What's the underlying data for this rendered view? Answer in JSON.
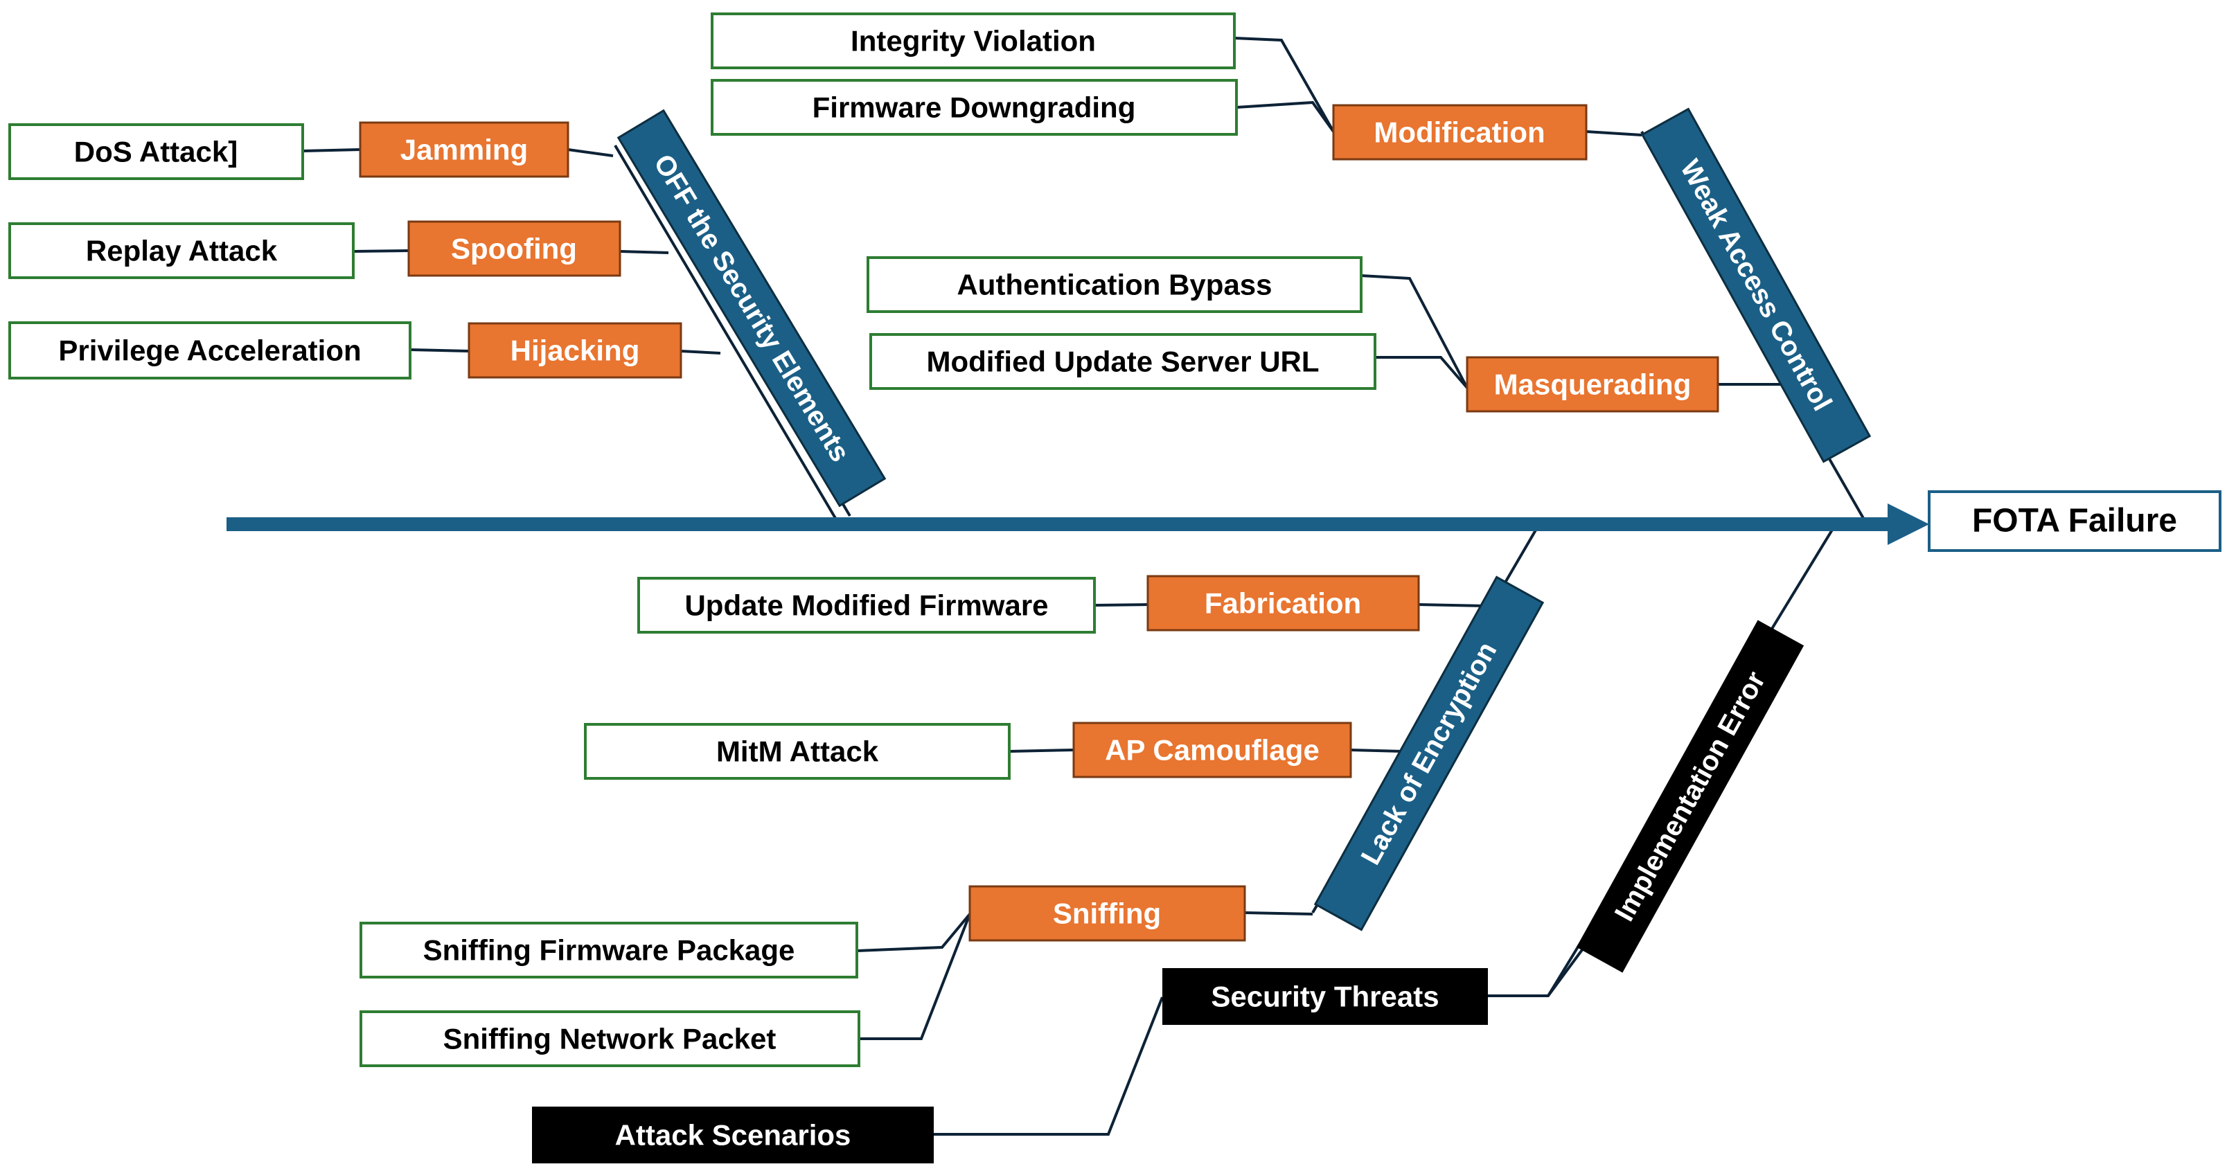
{
  "effect": "FOTA Failure",
  "categories": {
    "off_security": "OFF the Security Elements",
    "weak_access": "Weak Access Control",
    "lack_encryption": "Lack of Encryption",
    "implementation_error": "Implementation Error"
  },
  "off_security": {
    "threats": [
      "Jamming",
      "Spoofing",
      "Hijacking"
    ],
    "attacks": [
      "DoS Attack]",
      "Replay Attack",
      "Privilege Acceleration"
    ]
  },
  "weak_access": {
    "modification": "Modification",
    "modification_attacks": [
      "Integrity Violation",
      "Firmware Downgrading"
    ],
    "masquerading": "Masquerading",
    "masquerading_attacks": [
      "Authentication Bypass",
      "Modified Update Server URL"
    ]
  },
  "lack_encryption": {
    "threats": [
      "Fabrication",
      "AP Camouflage",
      "Sniffing"
    ],
    "attacks": [
      "Update Modified Firmware",
      "MitM Attack"
    ],
    "sniffing_attacks": [
      "Sniffing Firmware Package",
      "Sniffing Network Packet"
    ]
  },
  "legend": {
    "security_threats": "Security Threats",
    "attack_scenarios": "Attack Scenarios"
  },
  "colors": {
    "spine": "#1b5f86",
    "threat_box": "#e87530",
    "attack_box_border": "#2e7d32",
    "category_box": "#1b5f86",
    "legend_box": "#000000"
  }
}
